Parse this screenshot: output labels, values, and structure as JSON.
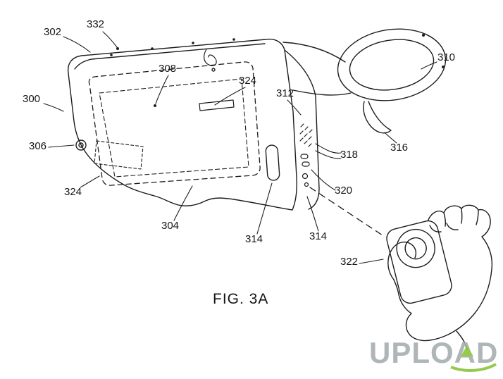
{
  "colors": {
    "background": "#ffffff",
    "line": "#1c1c1c",
    "watermark_gray": "#a9b0b3",
    "watermark_green": "#8dc63f"
  },
  "caption": "FIG. 3A",
  "watermark": {
    "text": "UPLOAD"
  },
  "labels": [
    {
      "ref": "302",
      "text": "302"
    },
    {
      "ref": "332",
      "text": "332"
    },
    {
      "ref": "310",
      "text": "310"
    },
    {
      "ref": "300",
      "text": "300"
    },
    {
      "ref": "308",
      "text": "308"
    },
    {
      "ref": "324-top",
      "text": "324"
    },
    {
      "ref": "312",
      "text": "312"
    },
    {
      "ref": "306",
      "text": "306"
    },
    {
      "ref": "316",
      "text": "316"
    },
    {
      "ref": "318",
      "text": "318"
    },
    {
      "ref": "320",
      "text": "320"
    },
    {
      "ref": "324-left",
      "text": "324"
    },
    {
      "ref": "304",
      "text": "304"
    },
    {
      "ref": "314-left",
      "text": "314"
    },
    {
      "ref": "314-right",
      "text": "314"
    },
    {
      "ref": "322",
      "text": "322"
    }
  ]
}
